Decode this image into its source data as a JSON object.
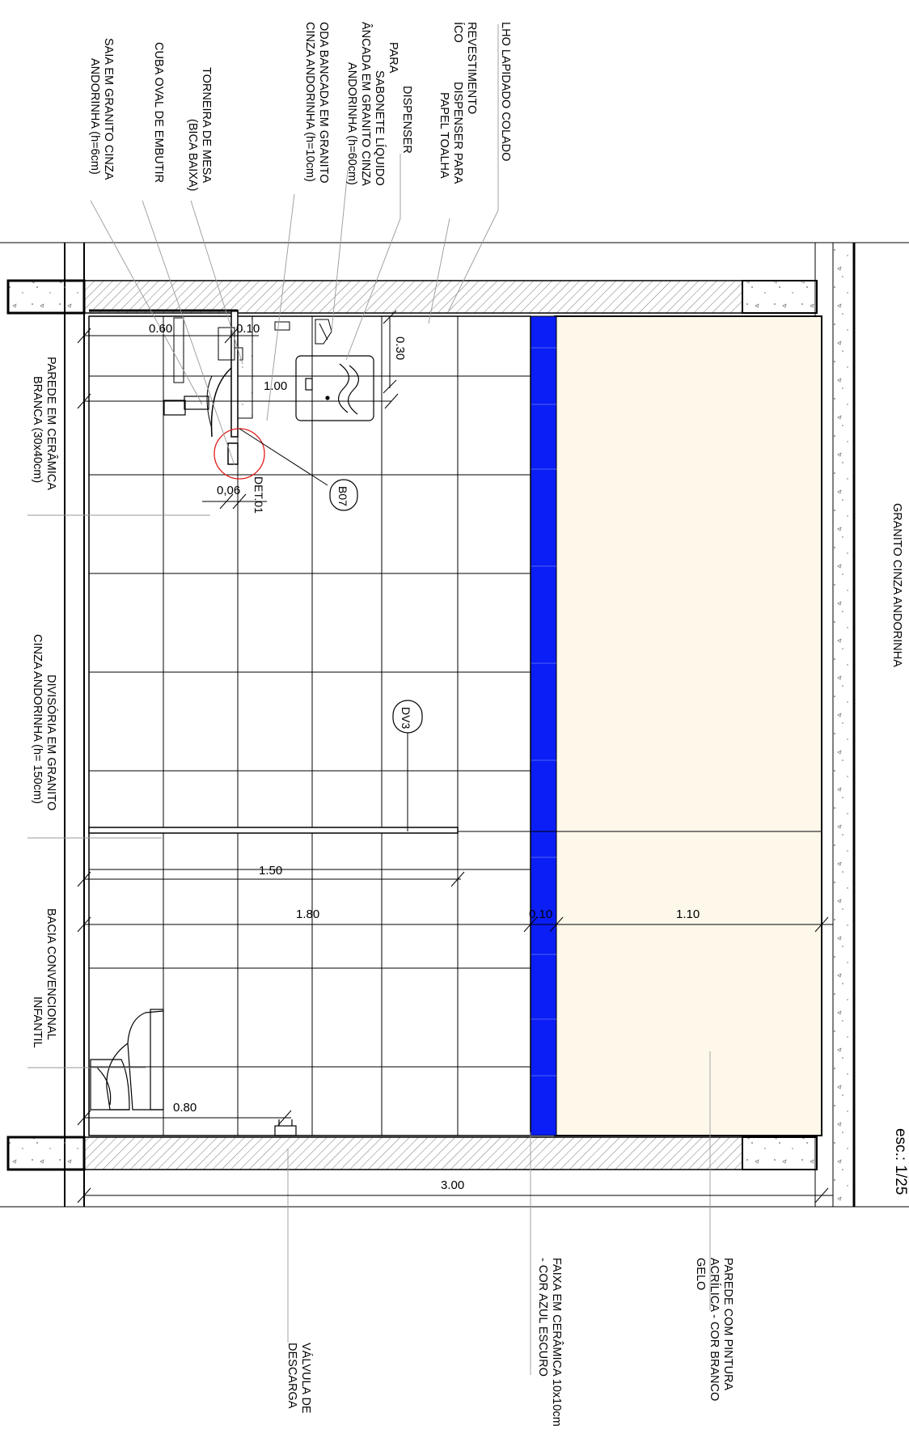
{
  "annotations": {
    "mirror": "LHO LAPIDADO COLADO",
    "tile_cladding_1": "REVESTIMENTO",
    "tile_cladding_2": "ÍCO",
    "towel_dispenser_1": "DISPENSER PARA",
    "towel_dispenser_2": "PAPEL TOALHA",
    "soap_dispenser_1": "DISPENSER",
    "soap_dispenser_2": "PARA",
    "soap_dispenser_3": "SABONETE LÍQUIDO",
    "countertop_1": "ÂNCADA EM GRANITO CINZA",
    "countertop_2": "ANDORINHA (h=60cm)",
    "counter_edge_1": "ODA BANCADA EM GRANITO",
    "counter_edge_2": "CINZA ANDORINHA (h=10cm)",
    "faucet_1": "TORNEIRA DE MESA",
    "faucet_2": "(BICA BAIXA)",
    "basin": "CUBA OVAL DE EMBUTIR",
    "skirt_1": "SAIA EM GRANITO CINZA",
    "skirt_2": "ANDORINHA (h=6cm)",
    "ceramic_wall_1": "PAREDE EM CERÂMICA",
    "ceramic_wall_2": "BRANCA (30x40cm)",
    "partition_1": "DIVISÓRIA EM GRANITO",
    "partition_2": "CINZA ANDORINHA (h= 150cm)",
    "toilet_1": "BACIA CONVENCIONAL",
    "toilet_2": "INFANTIL",
    "flush_valve_1": "VÁLVULA DE",
    "flush_valve_2": "DESCARGA",
    "stripe_1": "FAIXA EM CERÂMICA 10x10cm",
    "stripe_2": "- COR AZUL ESCURO",
    "paint_1": "PAREDE COM PINTURA",
    "paint_2": "ACRÍLICA - COR BRANCO",
    "paint_3": "GELO",
    "granite_floor": "GRANITO CINZA ANDORINHA",
    "scale": "esc.: 1/25"
  },
  "dimensions": {
    "d060": "0.60",
    "d010_top": "0.10",
    "d030": "0.30",
    "d100": "1.00",
    "d006": "0,06",
    "d150": "1.50",
    "d180": "1.80",
    "d010_stripe": "0.10",
    "d110": "1.10",
    "d080": "0.80",
    "d300": "3.00"
  },
  "tags": {
    "b07": "B07",
    "det01": "DET.01",
    "dv3": "DV3"
  },
  "colors": {
    "stripe_blue": "#0a1ef5",
    "paint_gelo": "#fdf8ea",
    "detail_circle": "#e21b1b",
    "line": "#000000"
  }
}
